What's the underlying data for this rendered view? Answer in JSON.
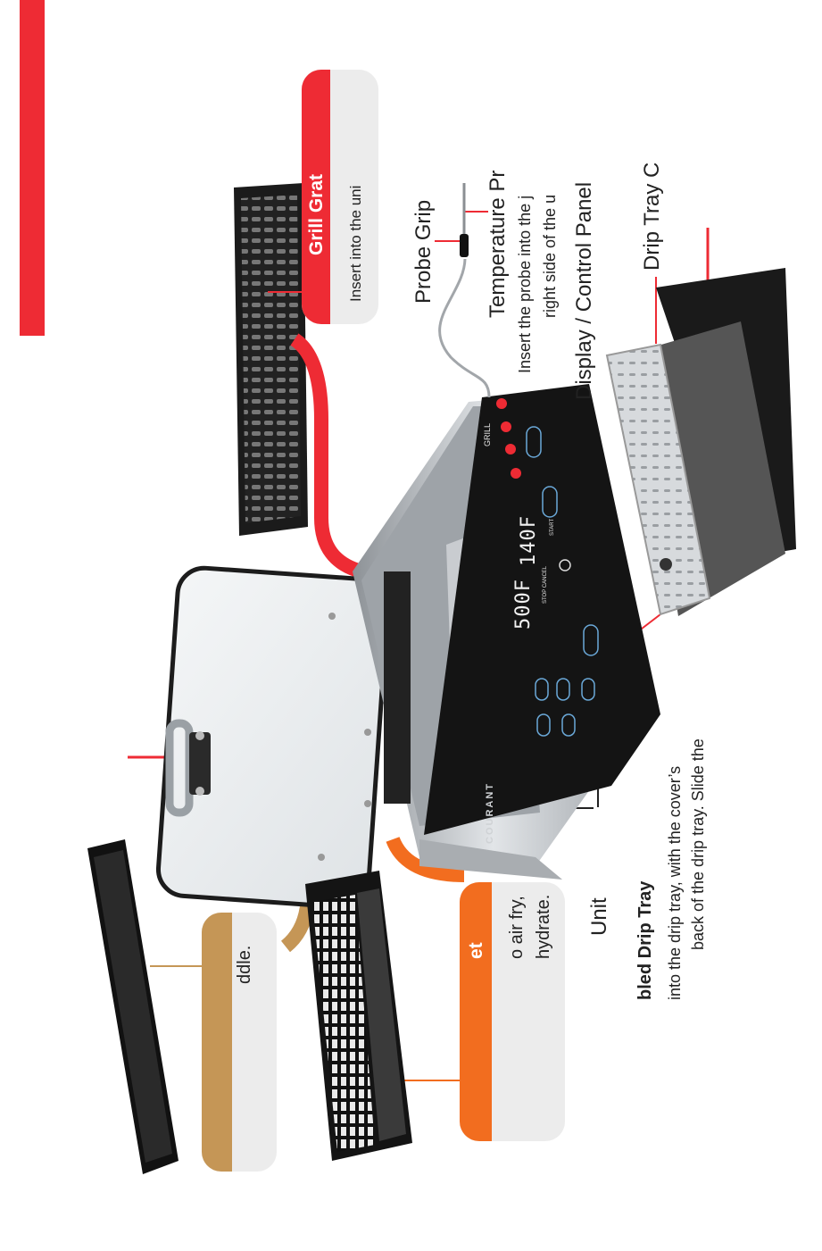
{
  "colors": {
    "red": "#ee2b34",
    "orange": "#f26d1f",
    "tan": "#c59656",
    "black": "#1a1a1a",
    "steel": "#b9bdc1"
  },
  "labels": {
    "probe_grip": "Probe Grip",
    "temperature_probe_title": "Temperature Pr",
    "temperature_probe_line1": "Insert the probe into the j",
    "temperature_probe_line2": "right side of the u",
    "display_panel": "Display / Control Panel",
    "drip_tray_cover": "Drip Tray C",
    "unit": "Unit",
    "drip_tray_title": "bled Drip Tray",
    "drip_tray_line1": "into the drip tray, with the cover’s",
    "drip_tray_line2": "back of the drip tray. Slide the"
  },
  "callouts": {
    "grill_grate_title": "Grill Grat",
    "grill_grate_text": "Insert into the uni",
    "basket_title": "et",
    "basket_line1": "o air fry,",
    "basket_line2": "hydrate.",
    "griddle_text": "ddle."
  },
  "panel": {
    "temp_left": "500F",
    "temp_right": "140F",
    "grill": "GRILL",
    "start": "START",
    "stop_cancel": "STOP CANCEL",
    "brand": "COURANT"
  }
}
